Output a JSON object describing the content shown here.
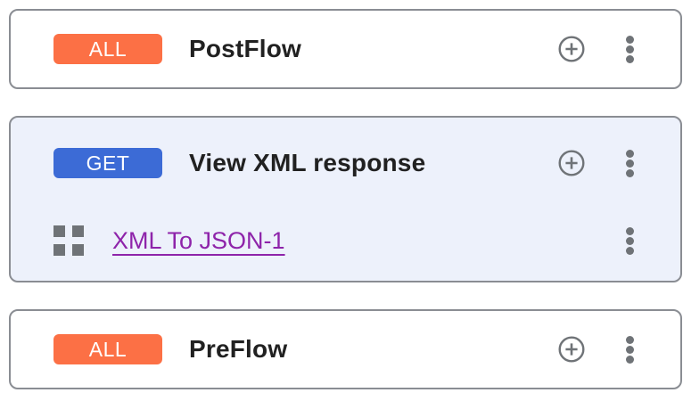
{
  "colors": {
    "badge-all-bg": "#FC7045",
    "badge-get-bg": "#3C6BD6",
    "badge-text": "#FFFFFF",
    "card-selected-bg": "#EDF1FB",
    "card-border": "#8A8D93",
    "icon-gray": "#6F7377",
    "title-text": "#212121",
    "link-purple": "#8E24AA"
  },
  "icons": {
    "add": "add-circle-outline-icon",
    "menu": "more-vert-icon",
    "drag": "drag-indicator-icon"
  },
  "cards": [
    {
      "badge": "ALL",
      "title": "PostFlow"
    },
    {
      "badge": "GET",
      "title": "View XML response",
      "steps": [
        {
          "label": "XML To JSON-1"
        }
      ]
    },
    {
      "badge": "ALL",
      "title": "PreFlow"
    }
  ]
}
